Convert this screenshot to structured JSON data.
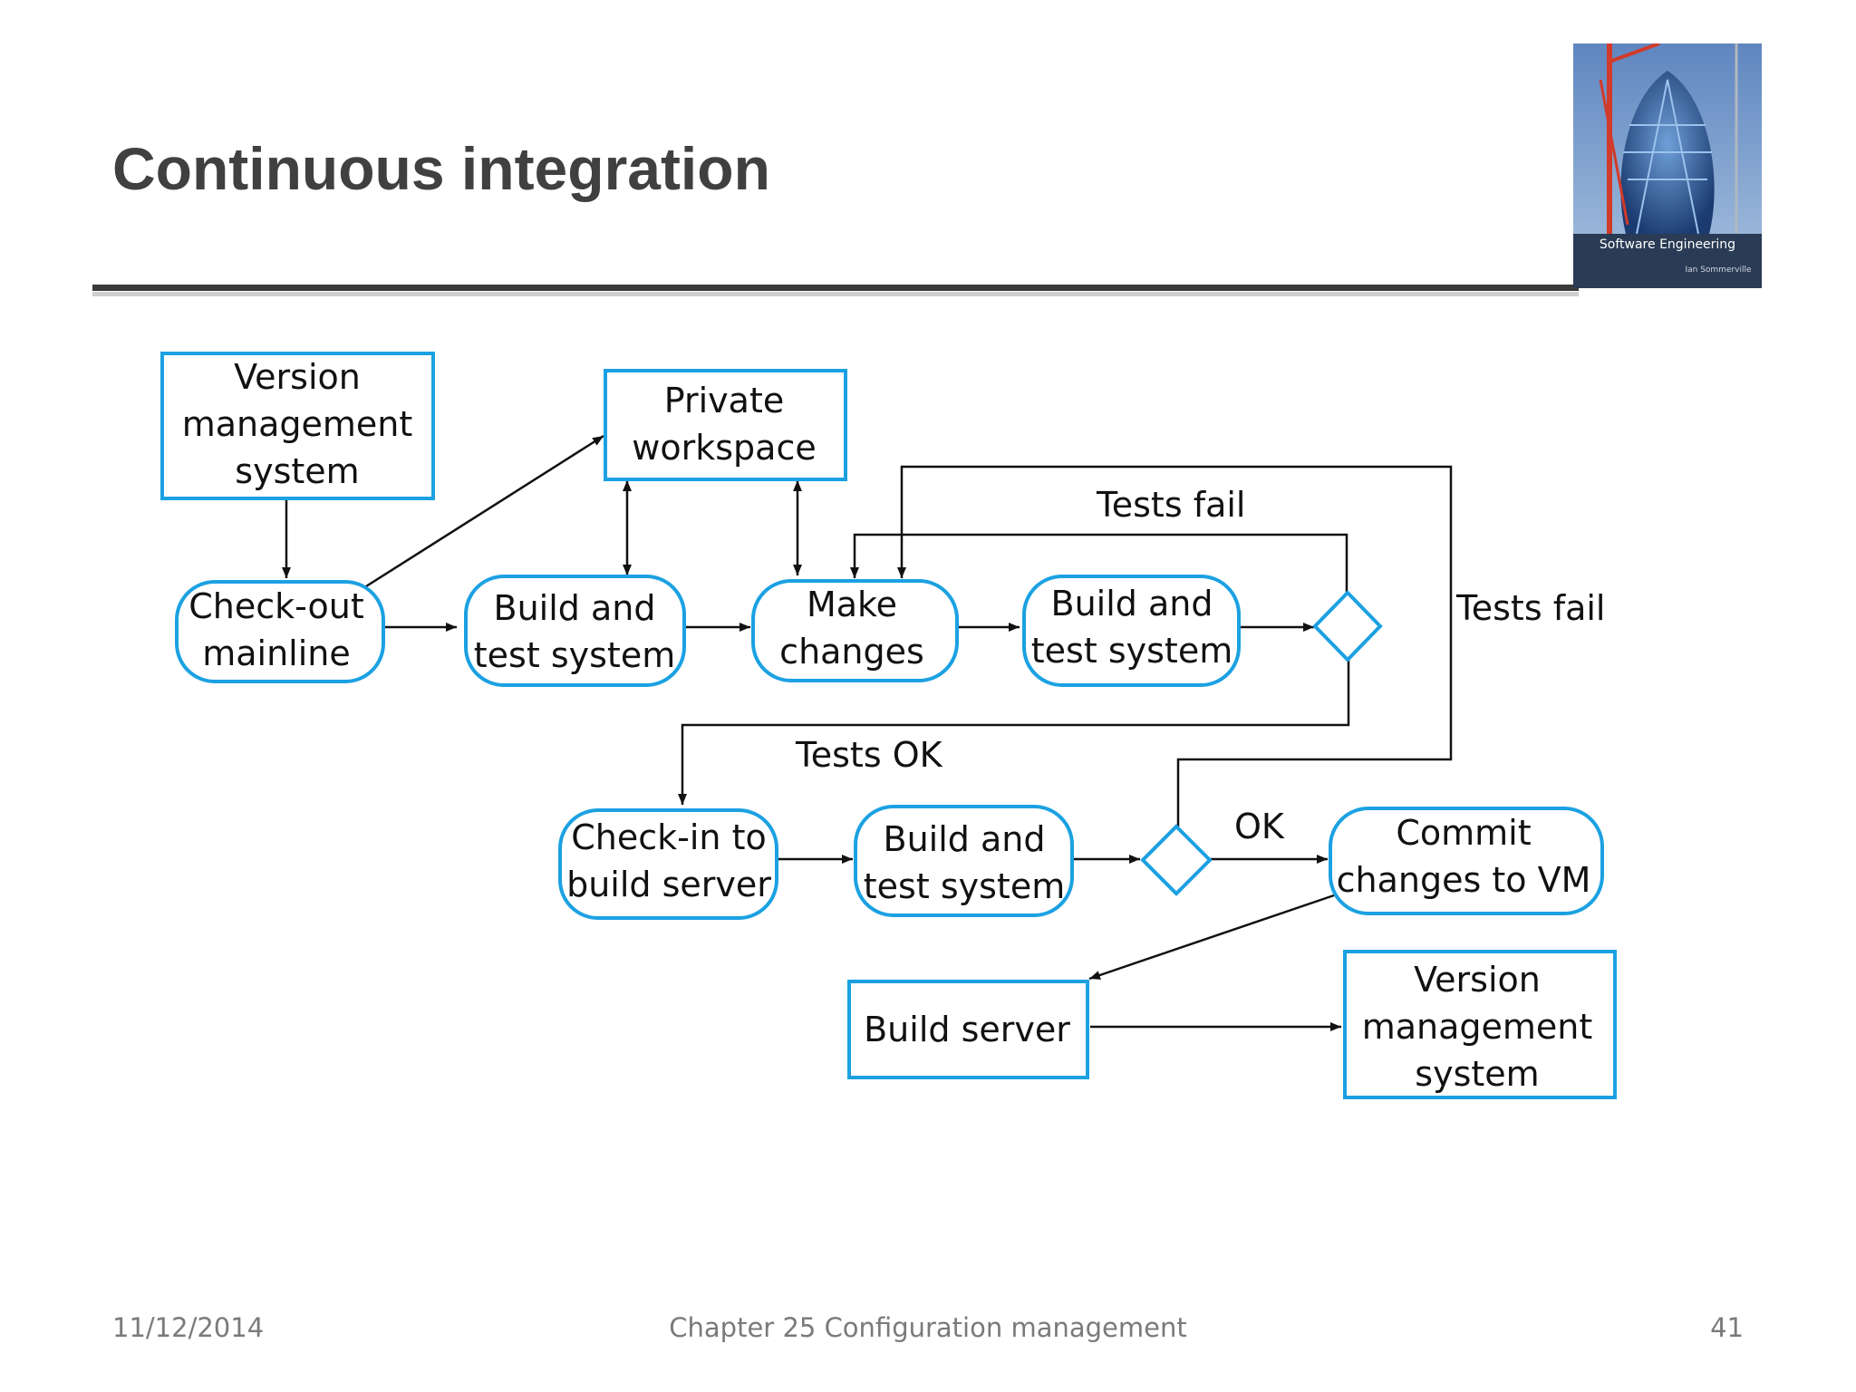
{
  "slide": {
    "title": "Continuous integration"
  },
  "cover": {
    "text": "Software Engineering",
    "author": "Ian Sommerville"
  },
  "diagram": {
    "nodes": {
      "vm_top": [
        "Version",
        "management",
        "system"
      ],
      "private_ws": [
        "Private",
        "workspace"
      ],
      "checkout": [
        "Check-out",
        "mainline"
      ],
      "build1": [
        "Build and",
        "test system"
      ],
      "make_changes": [
        "Make",
        "changes"
      ],
      "build2": [
        "Build and",
        "test system"
      ],
      "checkin": [
        "Check-in to",
        "build server"
      ],
      "build3": [
        "Build and",
        "test system"
      ],
      "commit": [
        "Commit",
        "changes to VM"
      ],
      "build_server": [
        "Build server"
      ],
      "vm_bottom": [
        "Version",
        "management",
        "system"
      ]
    },
    "labels": {
      "tests_fail_1": "Tests fail",
      "tests_fail_2": "Tests fail",
      "tests_ok": "Tests OK",
      "ok": "OK"
    },
    "colors": {
      "node_border": "#1ba1e2",
      "edge": "#111111"
    }
  },
  "footer": {
    "date": "11/12/2014",
    "chapter": "Chapter 25 Configuration management",
    "page": "41"
  }
}
